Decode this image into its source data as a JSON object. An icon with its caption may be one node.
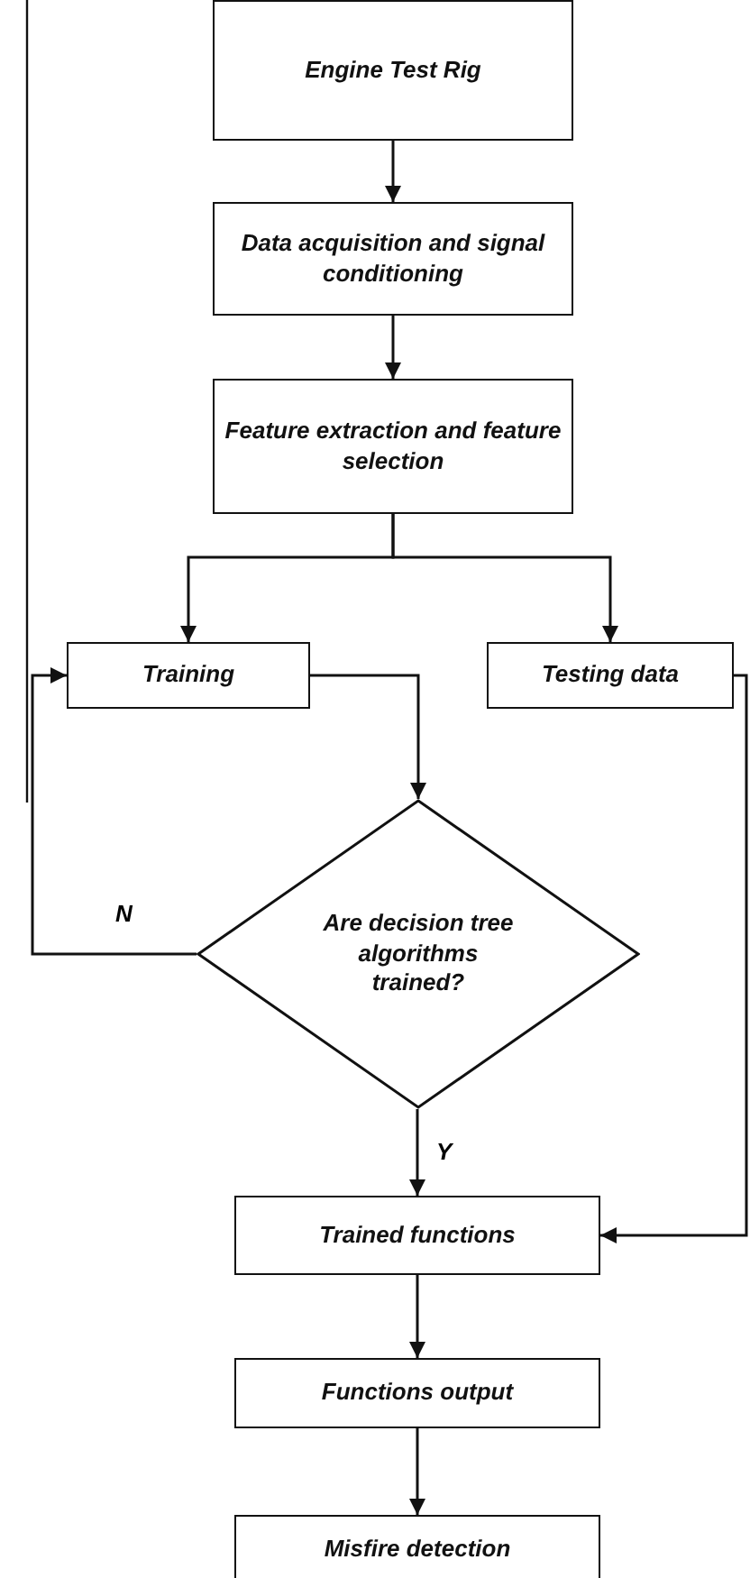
{
  "diagram": {
    "nodes": [
      {
        "text": [
          "Engine Test Rig"
        ]
      },
      {
        "text": [
          "Data acquisition and signal conditioning"
        ]
      },
      {
        "text": [
          "Feature extraction and feature selection"
        ]
      },
      {
        "text": [
          "Training"
        ]
      },
      {
        "text": [
          "Testing data"
        ]
      },
      {
        "text": [
          "Are decision tree algorithms trained?"
        ]
      },
      {
        "text": [
          "Trained functions"
        ]
      },
      {
        "text": [
          "Functions output"
        ]
      },
      {
        "text": [
          "Misfire detection"
        ]
      }
    ],
    "edges": [
      {
        "from": 0,
        "to": 1,
        "arrow": "to"
      },
      {
        "from": 1,
        "to": 2,
        "arrow": "to"
      },
      {
        "from": 2,
        "to": 3,
        "arrow": "to"
      },
      {
        "from": 2,
        "to": 4,
        "arrow": "to"
      },
      {
        "from": 3,
        "to": 5,
        "arrow": "to"
      },
      {
        "from": 5,
        "to": 3,
        "arrow": "to",
        "label": "N"
      },
      {
        "from": 5,
        "to": 6,
        "arrow": "to",
        "label": "Y"
      },
      {
        "from": 4,
        "to": 6,
        "arrow": "to"
      },
      {
        "from": 6,
        "to": 7,
        "arrow": "to"
      },
      {
        "from": 7,
        "to": 8,
        "arrow": "to"
      }
    ]
  }
}
